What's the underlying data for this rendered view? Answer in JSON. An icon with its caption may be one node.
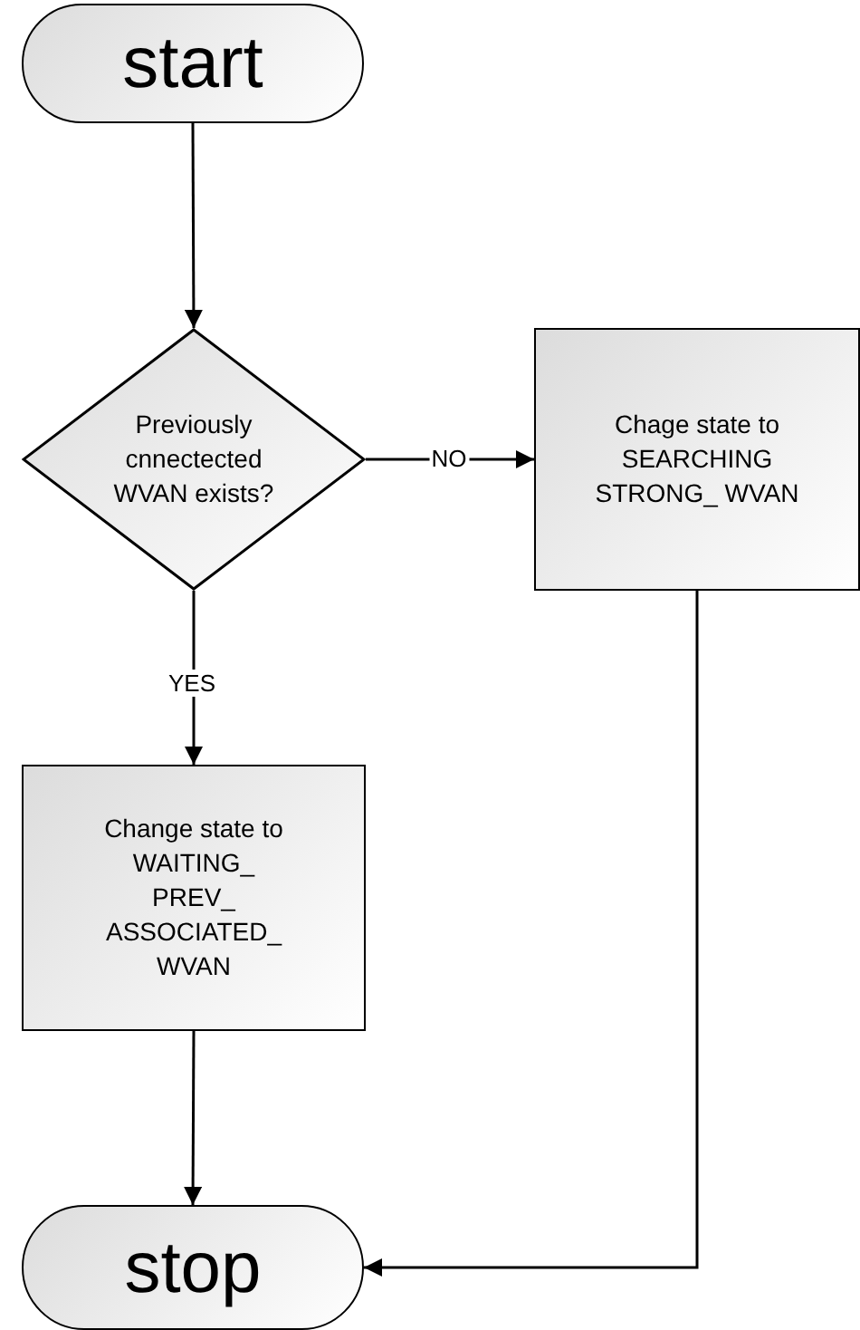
{
  "diagram": {
    "nodes": [
      {
        "text": [
          "start"
        ]
      },
      {
        "text": [
          "Previously cnnectected WVAN exists?"
        ]
      },
      {
        "text": [
          "Chage state to SEARCHING STRONG_ WVAN"
        ]
      },
      {
        "text": [
          "Change state to WAITING_ PREV_ ASSOCIATED_ WVAN"
        ]
      },
      {
        "text": [
          "stop"
        ]
      }
    ],
    "edges": [
      {
        "from": 0,
        "to": 1,
        "arrow": "to"
      },
      {
        "from": 1,
        "to": 2,
        "arrow": "to",
        "label": "NO"
      },
      {
        "from": 1,
        "to": 3,
        "arrow": "to",
        "label": "YES"
      },
      {
        "from": 3,
        "to": 4,
        "arrow": "to"
      },
      {
        "from": 2,
        "to": 4,
        "arrow": "to"
      }
    ]
  }
}
